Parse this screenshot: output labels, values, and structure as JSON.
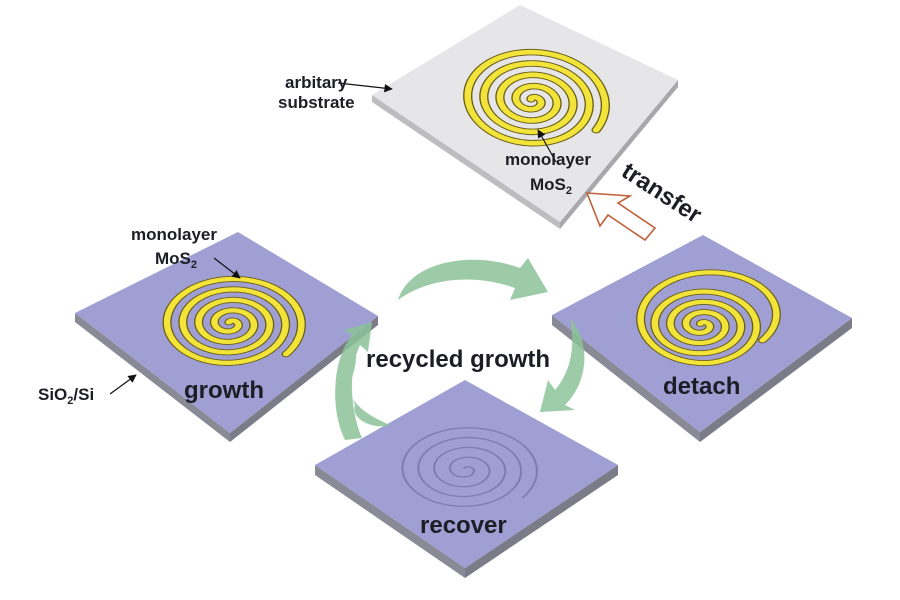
{
  "labels": {
    "arbitrary_substrate_line1": "arbitary",
    "arbitrary_substrate_line2": "substrate",
    "monolayer": "monolayer",
    "mos": "MoS",
    "mos_sub": "2",
    "sio2": "SiO",
    "sio2_sub": "2",
    "sio2_rest": "/Si",
    "transfer": "transfer",
    "recycled_growth": "recycled growth",
    "growth": "growth",
    "detach": "detach",
    "recover": "recover"
  },
  "colors": {
    "substrate_top": "#9f9fd3",
    "substrate_side": "#8a8a96",
    "arbitrary_top": "#e6e6e8",
    "mos2": "#f3e43a",
    "mos2_edge": "#6b5f1a",
    "cycle_arrow": "#8cc39a",
    "transfer_arrow": "#c0603a"
  }
}
